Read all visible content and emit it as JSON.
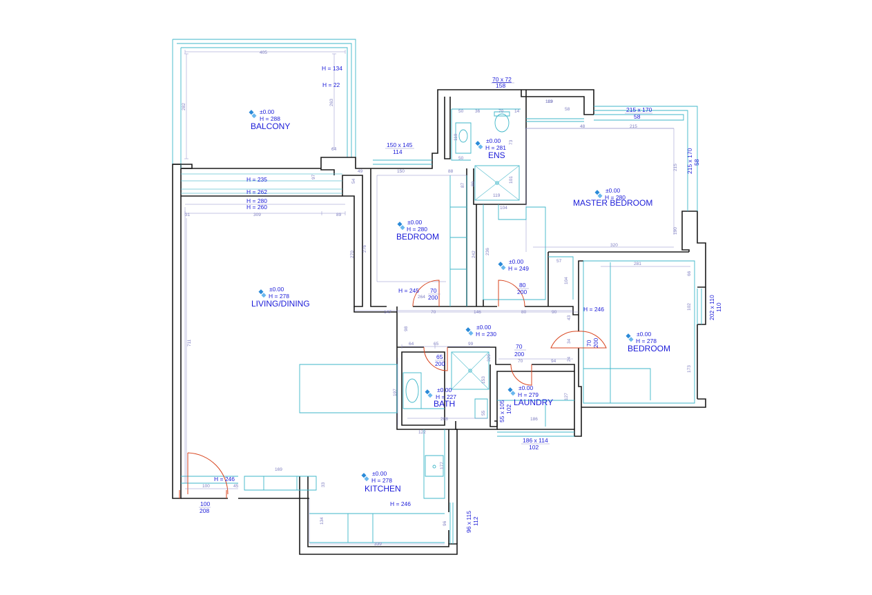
{
  "rooms": [
    {
      "id": "balcony",
      "name": "BALCONY",
      "level": "±0.00",
      "height": "H = 288"
    },
    {
      "id": "ens",
      "name": "ENS",
      "level": "±0.00",
      "height": "H = 281"
    },
    {
      "id": "master",
      "name": "MASTER BEDROOM",
      "level": "±0.00",
      "height": "H = 280"
    },
    {
      "id": "bedroom1",
      "name": "BEDROOM",
      "level": "±0.00",
      "height": "H = 280"
    },
    {
      "id": "living",
      "name": "LIVING/DINING",
      "level": "±0.00",
      "height": "H = 278"
    },
    {
      "id": "wardrobe",
      "name": "",
      "level": "±0.00",
      "height": "H = 249"
    },
    {
      "id": "hall",
      "name": "",
      "level": "±0.00",
      "height": "H = 230"
    },
    {
      "id": "bedroom2",
      "name": "BEDROOM",
      "level": "±0.00",
      "height": "H = 278"
    },
    {
      "id": "bath",
      "name": "BATH",
      "level": "±0.00",
      "height": "H = 227"
    },
    {
      "id": "laundry",
      "name": "LAUNDRY",
      "level": "±0.00",
      "height": "H = 279"
    },
    {
      "id": "kitchen",
      "name": "KITCHEN",
      "level": "±0.00",
      "height": "H = 278"
    }
  ],
  "height_labels": [
    "H = 134",
    "H = 22",
    "H = 235",
    "H = 262",
    "H = 280",
    "H = 260",
    "H = 245",
    "H = 246",
    "H = 246",
    "H = 246"
  ],
  "openings": [
    {
      "size": "70 x 72",
      "sill": "158"
    },
    {
      "size": "215 x 170",
      "sill": "58"
    },
    {
      "size": "150 x 145",
      "sill": "114"
    },
    {
      "size": "215 x 170",
      "sill": "58"
    },
    {
      "size": "202 x 110",
      "sill": "110"
    },
    {
      "size": "70",
      "sill": "200"
    },
    {
      "size": "80",
      "sill": "200"
    },
    {
      "size": "70",
      "sill": "200"
    },
    {
      "size": "65",
      "sill": "200"
    },
    {
      "size": "70",
      "sill": "200"
    },
    {
      "size": "55 x 105",
      "sill": "102"
    },
    {
      "size": "186 x 114",
      "sill": "102"
    },
    {
      "size": "100",
      "sill": "208"
    },
    {
      "size": "96 x 115",
      "sill": "112"
    }
  ],
  "dimensions": [
    "405",
    "282",
    "263",
    "64",
    "97",
    "31",
    "309",
    "89",
    "270",
    "711",
    "169",
    "100",
    "45",
    "49",
    "150",
    "88",
    "276",
    "242",
    "54",
    "87",
    "264",
    "147",
    "70",
    "146",
    "80",
    "90",
    "50",
    "36",
    "70",
    "14",
    "73",
    "119",
    "50",
    "101",
    "109",
    "89",
    "119",
    "104",
    "236",
    "57",
    "104",
    "113",
    "58",
    "48",
    "215",
    "215",
    "190",
    "320",
    "281",
    "66",
    "102",
    "173",
    "43",
    "34",
    "24",
    "98",
    "64",
    "65",
    "99",
    "329",
    "70",
    "94",
    "197",
    "153",
    "208",
    "186",
    "127",
    "122",
    "177",
    "33",
    "134",
    "96",
    "339",
    "55"
  ]
}
